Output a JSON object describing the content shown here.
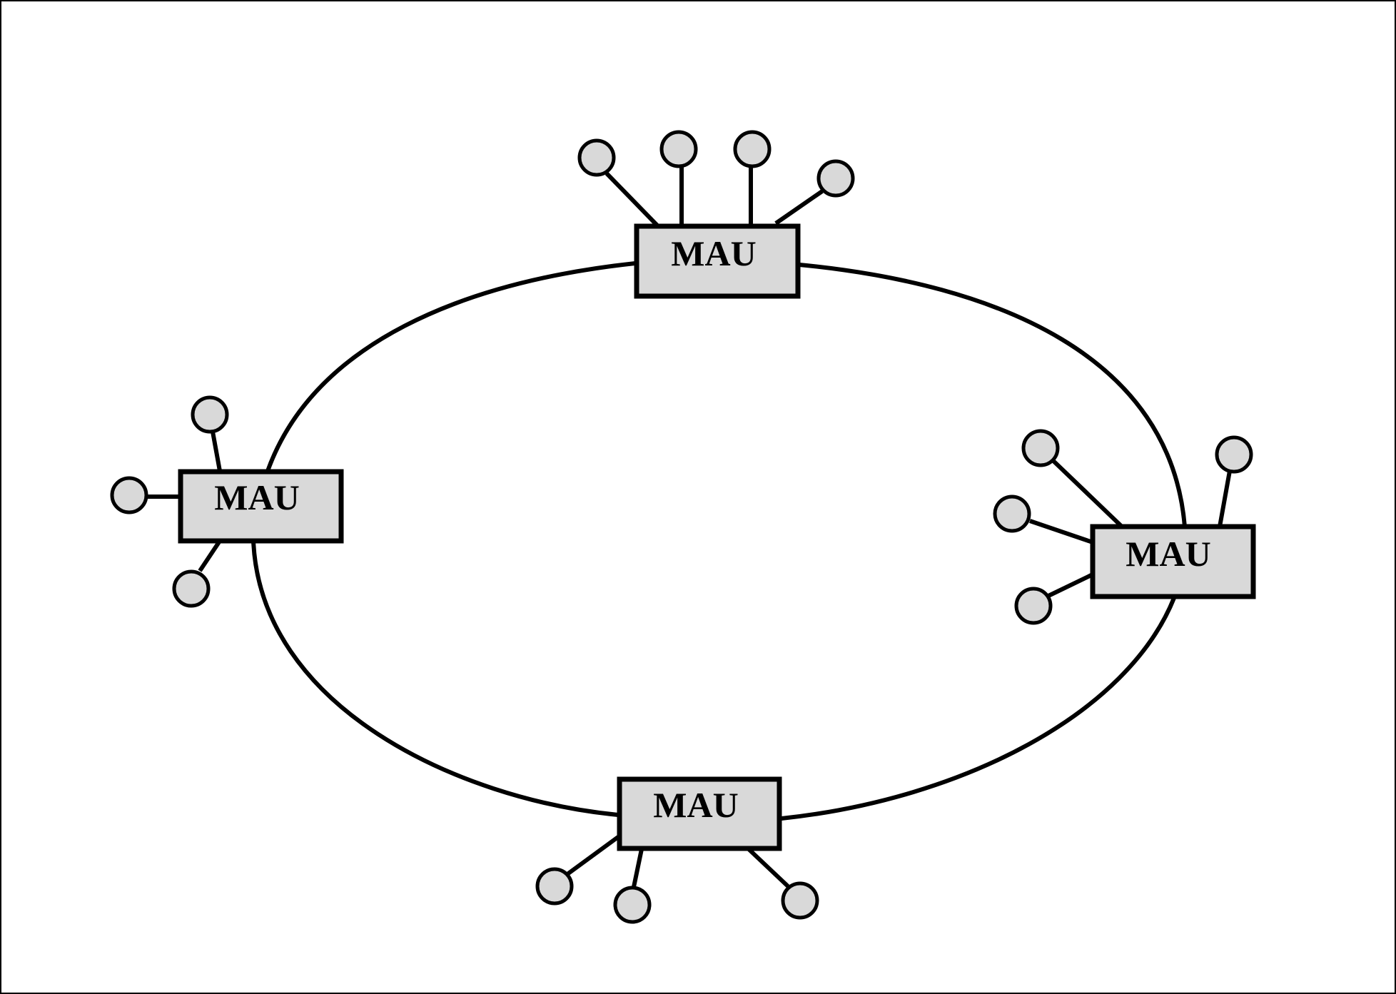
{
  "diagram": {
    "ring": {
      "stroke_color": "#000000"
    },
    "colors": {
      "node_fill": "#d9d9d9",
      "line": "#000000",
      "background": "#ffffff"
    },
    "maus": [
      {
        "id": "mau-top",
        "label": "MAU",
        "station_count": 4
      },
      {
        "id": "mau-left",
        "label": "MAU",
        "station_count": 3
      },
      {
        "id": "mau-right",
        "label": "MAU",
        "station_count": 4
      },
      {
        "id": "mau-bottom",
        "label": "MAU",
        "station_count": 3
      }
    ]
  }
}
